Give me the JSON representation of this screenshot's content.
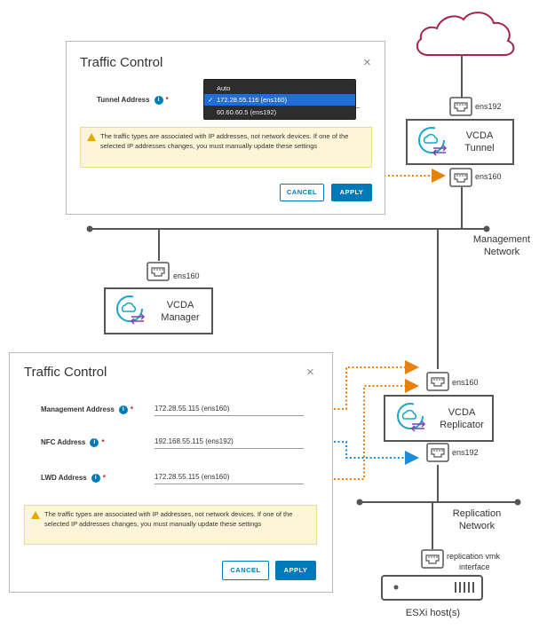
{
  "dialog_top": {
    "title": "Traffic Control",
    "close_glyph": "×",
    "field_label": "Tunnel Address",
    "info_glyph": "i",
    "required_mark": "*",
    "dropdown_options": [
      "Auto",
      "172.28.55.116 (ens160)",
      "60.60.60.5 (ens192)"
    ],
    "selected_check": "✓",
    "warning": "The traffic types are associated with IP addresses, not network devices. If one of the selected IP addresses changes, you must manually update these settings",
    "cancel_label": "CANCEL",
    "apply_label": "APPLY"
  },
  "dialog_bottom": {
    "title": "Traffic Control",
    "close_glyph": "×",
    "info_glyph": "i",
    "required_mark": "*",
    "fields": [
      {
        "label": "Management Address",
        "value": "172.28.55.115 (ens160)"
      },
      {
        "label": "NFC Address",
        "value": "192.168.55.115 (ens192)"
      },
      {
        "label": "LWD Address",
        "value": "172.28.55.115 (ens160)"
      }
    ],
    "warning": "The traffic types are associated with IP addresses, not network devices. If one of the selected IP addresses changes, you must manually update these settings",
    "cancel_label": "CANCEL",
    "apply_label": "APPLY"
  },
  "nodes": {
    "tunnel": {
      "line1": "VCDA",
      "line2": "Tunnel"
    },
    "manager": {
      "line1": "VCDA",
      "line2": "Manager"
    },
    "replicator": {
      "line1": "VCDA",
      "line2": "Replicator"
    }
  },
  "port_labels": {
    "tunnel_top": "ens192",
    "tunnel_bottom": "ens160",
    "manager": "ens160",
    "replicator_top": "ens160",
    "replicator_bottom": "ens192",
    "esxi_line1": "replication vmk",
    "esxi_line2": "interface"
  },
  "networks": {
    "management": {
      "line1": "Management",
      "line2": "Network"
    },
    "replication": {
      "line1": "Replication",
      "line2": "Network"
    }
  },
  "esxi_label": "ESXi host(s)",
  "colors": {
    "cloud": "#a3264b",
    "vcda_icon": "#1aa5c8",
    "vcda_arrows": "#7a3fb5",
    "orange_link": "#e8800c",
    "blue_link": "#1a8fd8",
    "accent": "#0079b8",
    "warning_bg": "#fdf5d8"
  }
}
